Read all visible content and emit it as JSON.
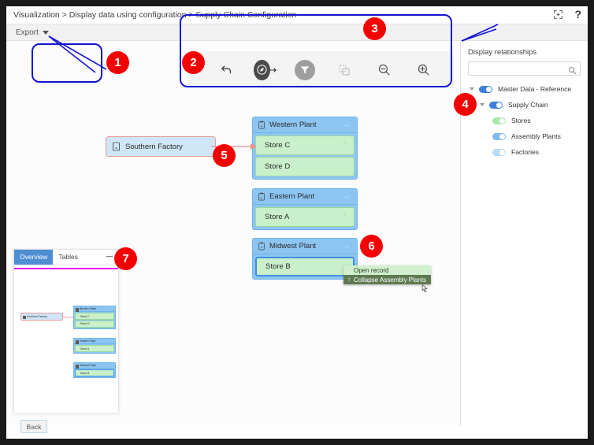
{
  "breadcrumb": {
    "text": "Visualization > Display data using configuration > Supply Chain Configuration"
  },
  "toolbar": {
    "export_label": "Export",
    "export_icon": "chevron-down-icon",
    "tools": [
      {
        "name": "undo-icon",
        "label": "Undo"
      },
      {
        "name": "navigate-icon",
        "label": "Navigate"
      },
      {
        "name": "filter-icon",
        "label": "Filter"
      },
      {
        "name": "duplicate-icon",
        "label": "Duplicate"
      },
      {
        "name": "zoom-out-icon",
        "label": "Zoom out"
      },
      {
        "name": "zoom-in-icon",
        "label": "Zoom in"
      }
    ]
  },
  "window_controls": [
    {
      "name": "fit-screen-icon",
      "label": "Fit to screen"
    },
    {
      "name": "help-icon",
      "label": "?"
    }
  ],
  "sidebar": {
    "title": "Display relationships",
    "search": {
      "value": "",
      "placeholder": ""
    },
    "search_icon": "search-icon",
    "tree": [
      {
        "label": "Master Data - Reference",
        "indent": 0,
        "toggle_color": "#3d7fdb",
        "expander": true
      },
      {
        "label": "Supply Chain",
        "indent": 1,
        "toggle_color": "#3d7fdb",
        "expander": true
      },
      {
        "label": "Stores",
        "indent": 2,
        "toggle_color": "#a9e7ab",
        "expander": false
      },
      {
        "label": "Assembly Plants",
        "indent": 2,
        "toggle_color": "#7fb9ef",
        "expander": false
      },
      {
        "label": "Factories",
        "indent": 2,
        "toggle_color": "#b9dcf7",
        "expander": false
      }
    ]
  },
  "diagram": {
    "factory": {
      "label": "Southern Factory",
      "icon": "record-icon"
    },
    "groups": [
      {
        "header": "Western Plant",
        "header_icon": "clipboard-icon",
        "collapse_icon": "left-arrow-icon",
        "children": [
          {
            "label": "Store C",
            "selected": false
          },
          {
            "label": "Store D",
            "selected": false
          }
        ]
      },
      {
        "header": "Eastern Plant",
        "header_icon": "clipboard-icon",
        "collapse_icon": "left-arrow-icon",
        "children": [
          {
            "label": "Store A",
            "selected": false
          }
        ]
      },
      {
        "header": "Midwest Plant",
        "header_icon": "clipboard-icon",
        "collapse_icon": "left-arrow-icon",
        "children": [
          {
            "label": "Store B",
            "selected": true
          }
        ]
      }
    ]
  },
  "context_menu": {
    "items": [
      {
        "label": "Open record",
        "highlighted": false,
        "icon": ""
      },
      {
        "label": "Collapse Assembly Plants",
        "highlighted": true,
        "icon": "up-arrow-icon"
      }
    ]
  },
  "overview_panel": {
    "tabs": [
      {
        "label": "Overview",
        "active": true
      },
      {
        "label": "Tables",
        "active": false
      }
    ],
    "minimize_icon": "minimize-icon",
    "mini_nodes": {
      "factory": "Southern Factory",
      "groups": [
        {
          "header": "Western Plant",
          "children": [
            "Store C",
            "Store D"
          ]
        },
        {
          "header": "Eastern Plant",
          "children": [
            "Store A"
          ]
        },
        {
          "header": "Midwest Plant",
          "children": [
            "Store B"
          ]
        }
      ]
    }
  },
  "footer": {
    "back_label": "Back"
  },
  "annotations": [
    {
      "number": "1"
    },
    {
      "number": "2"
    },
    {
      "number": "3"
    },
    {
      "number": "4"
    },
    {
      "number": "5"
    },
    {
      "number": "6"
    },
    {
      "number": "7"
    }
  ],
  "colors": {
    "callout_blue": "#1414d2",
    "marker_red": "#f50000",
    "node_header_blue": "#8cc5f2",
    "node_child_green": "#c9f0ca",
    "factory_blue": "#cfe6f7",
    "factory_border_pink": "#e79a9a",
    "tab_active_blue": "#4e8fd4",
    "overview_magenta": "#e91ee9"
  }
}
